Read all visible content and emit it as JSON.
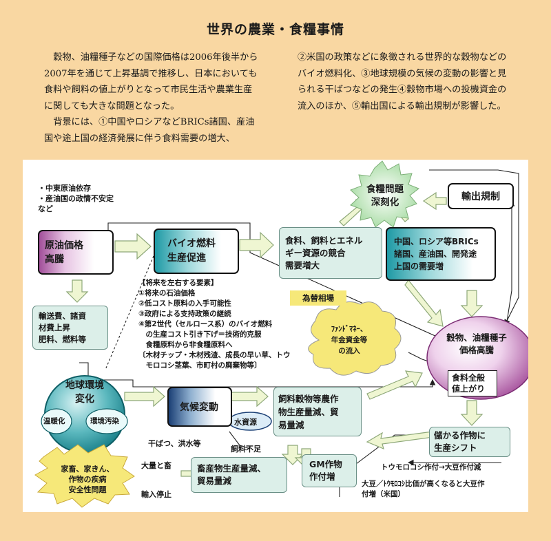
{
  "title": "世界の農業・食糧事情",
  "intro": {
    "left_p1": "穀物、油糧種子などの国際価格は2006年後半から2007年を通じて上昇基調で推移し、日本においても食料や飼料の値上がりとなって市民生活や農業生産に関しても大きな問題となった。",
    "left_p2": "背景には、①中国やロシアなどBRICs諸国、産油国や途上国の経済発展に伴う食料需要の増大、",
    "right": "②米国の政策などに象徴される世界的な穀物などのバイオ燃料化、③地球規模の気候の変動の影響と見られる干ばつなどの発生④穀物市場への投機資金の流入のほか、⑤輸出国による輸出規制が影響した。"
  },
  "diagram": {
    "oil_notes": "・中東原油依存\n・産油国の政情不安定\nなど",
    "oil_price": "原油価格\n高騰",
    "biofuel": "バイオ燃料\n生産促進",
    "competition": "食料、飼料とエネル\nギー資源の競合\n需要増大",
    "food_crisis": "食糧問題\n深刻化",
    "export_restriction": "輸出規制",
    "brics": "中国、ロシア等BRICs\n諸国、産油国、開発途\n上国の需要増",
    "transport_cost": "輸送費、諸資\n材費上昇\n肥料、燃料等",
    "future_factors": "【将来を左右する要素】\n①将来の石油価格\n②低コスト原料の入手可能性\n③政府による支持政策の継続\n④第2世代（セルロース系）のバイオ燃料\n　の生産コスト引き下げ＝技術的克服\n　食糧原料から非食糧原料へ\n〔木材チップ・木材残渣、成長の早い草、トウ\n　モロコシ茎葉、市町村の廃棄物等〕",
    "exchange_rate": "為替相場",
    "fund_money": "ﾌｧﾝﾄﾞﾏﾈｰ、\n年金資金等\nの流入",
    "grain_price": "穀物、油糧種子\n価格高騰",
    "food_price_rise": "食料全般\n値上がり",
    "environment": "地球環境\n変化",
    "warming": "温暖化",
    "pollution": "環境汚染",
    "climate_change": "気候変動",
    "drought": "干ばつ、洪水等",
    "water": "水資源",
    "feed_reduction": "飼料穀物等農作\n物生産量減、貿\n易量減",
    "feed_shortage": "飼料不足",
    "profit_shift": "儲かる作物に\n生産シフト",
    "gm": "GM作物\n作付増",
    "corn_soy": "トウモロコシ作付→大豆作付減",
    "soy_ratio": "大豆／ﾄｳﾓﾛｺｼ比価が高くなると大豆作\n付増（米国）",
    "livestock_disease": "家畜、家きん、\n作物の疾病\n安全性問題",
    "mass_livestock": "大量と畜",
    "import_stop": "輸入停止",
    "livestock_reduction": "畜産物生産量減、\n貿易量減"
  },
  "colors": {
    "background": "#f9d7a2",
    "panel": "#ffffff",
    "pale_box": "#dcefe9",
    "arrow_fill": "#eff6d2",
    "arrow_stroke": "#8ea879",
    "food_crisis_fill": "#c9ecc5",
    "fund_cloud": "#f6e879",
    "disease_star": "#f6e879",
    "grain_circle": "#b05aa5",
    "environment_circle": "#1d8a92"
  }
}
